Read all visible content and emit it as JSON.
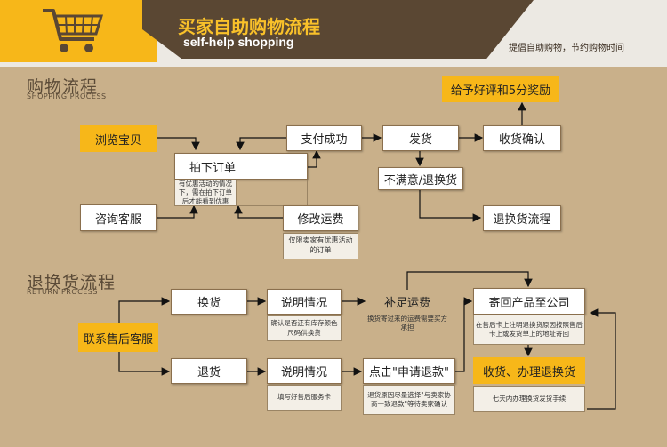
{
  "header": {
    "title_cn": "买家自助购物流程",
    "title_en": "self-help shopping",
    "slogan": "提倡自助购物，节约购物时间",
    "logo_icon": "shopping-cart-icon"
  },
  "shopping": {
    "title": "购物流程",
    "subtitle": "SHOPPING PROCESS",
    "browse": "浏览宝贝",
    "consult": "咨询客服",
    "order": "拍下订单",
    "order_note": "有优惠活动的情况下，需在拍下订单后才能看到优惠",
    "pay": "支付成功",
    "modify": "修改运费",
    "modify_note": "仅限卖家有优惠活动的订单",
    "ship": "发货",
    "receive": "收货确认",
    "review": "给予好评和5分奖励",
    "unsatisfied": "不满意/退换货",
    "return_flow": "退换货流程"
  },
  "returns": {
    "title": "退换货流程",
    "subtitle": "RETURN PROCESS",
    "contact": "联系售后客服",
    "exchange": "换货",
    "refund": "退货",
    "explain1": "说明情况",
    "explain1_note": "确认是否还有库存颜色尺码供换货",
    "explain2": "说明情况",
    "explain2_note": "填写好售后服务卡",
    "supplement": "补足运费",
    "supplement_note": "换货寄过来的运费需要买方承担",
    "apply": "点击\"申请退款\"",
    "apply_note": "退货原因尽量选择\"与卖家协商一致退款\"等待卖家确认",
    "send_back": "寄回产品至公司",
    "send_back_note": "在售后卡上注明退换货原因按照售后卡上或发货单上的地址寄回",
    "receive_handle": "收货、办理退换货",
    "receive_handle_note": "七天内办理换货发货手续"
  }
}
